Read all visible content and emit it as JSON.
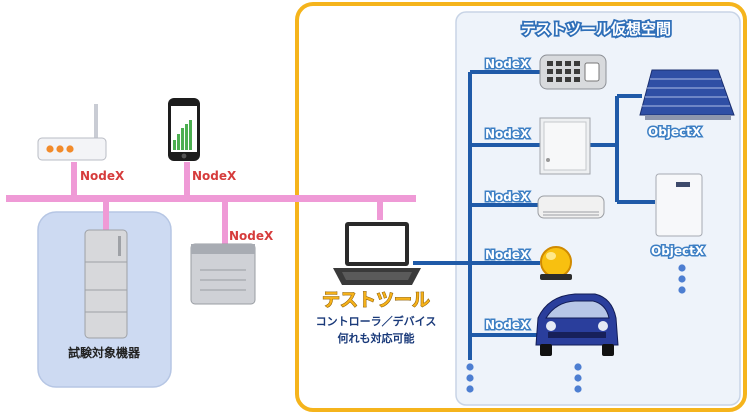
{
  "labels": {
    "virtual_space_title": "テストツール仮想空間",
    "node": "NodeX",
    "object": "ObjectX",
    "test_devices": "試験対象機器",
    "test_tool_title": "テストツール",
    "test_tool_sub1": "コントローラ／デバイス",
    "test_tool_sub2": "何れも対応可能"
  },
  "colors": {
    "bus_pink": "#ef9ad6",
    "blue_line": "#1f5aa8",
    "yellow_border": "#f5b41c",
    "virtual_bg": "#eef3fa",
    "device_panel_bg": "#cddaf2",
    "node_label": "#d63c3c",
    "title_yellow": "#f6b21a"
  },
  "icons": [
    "router-icon",
    "smartphone-icon",
    "fridge-icon",
    "heater-icon",
    "laptop-icon",
    "keypad-icon",
    "power-box-icon",
    "air-conditioner-icon",
    "warning-lamp-icon",
    "car-icon",
    "solar-panel-icon",
    "fuel-cell-icon"
  ]
}
